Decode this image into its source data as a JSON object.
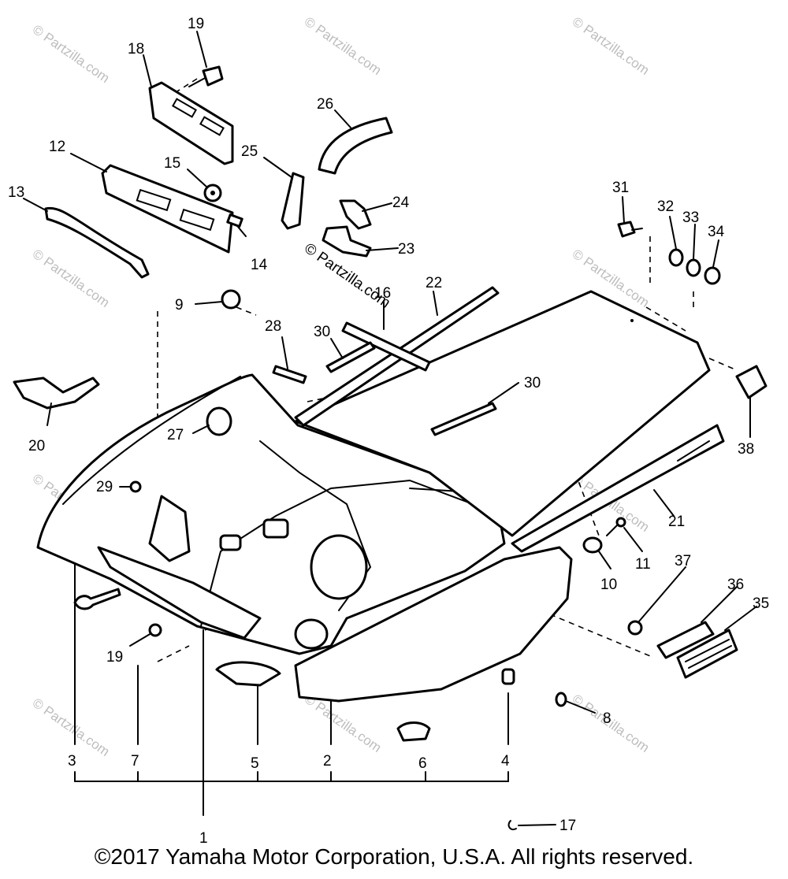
{
  "watermark_text": "© Partzilla.com",
  "center_watermark": "© Partzilla.com",
  "copyright": "©2017 Yamaha Motor Corporation, U.S.A. All rights reserved.",
  "callouts": {
    "c1": "1",
    "c2": "2",
    "c3": "3",
    "c4": "4",
    "c5": "5",
    "c6": "6",
    "c7": "7",
    "c8": "8",
    "c9": "9",
    "c10": "10",
    "c11": "11",
    "c12": "12",
    "c13": "13",
    "c14": "14",
    "c15": "15",
    "c16": "16",
    "c17": "17",
    "c18": "18",
    "c19a": "19",
    "c19b": "19",
    "c20": "20",
    "c21": "21",
    "c22": "22",
    "c23": "23",
    "c24": "24",
    "c25": "25",
    "c26": "26",
    "c27": "27",
    "c28": "28",
    "c29": "29",
    "c30a": "30",
    "c30b": "30",
    "c31": "31",
    "c32": "32",
    "c33": "33",
    "c34": "34",
    "c35": "35",
    "c36": "36",
    "c37": "37",
    "c38": "38"
  }
}
